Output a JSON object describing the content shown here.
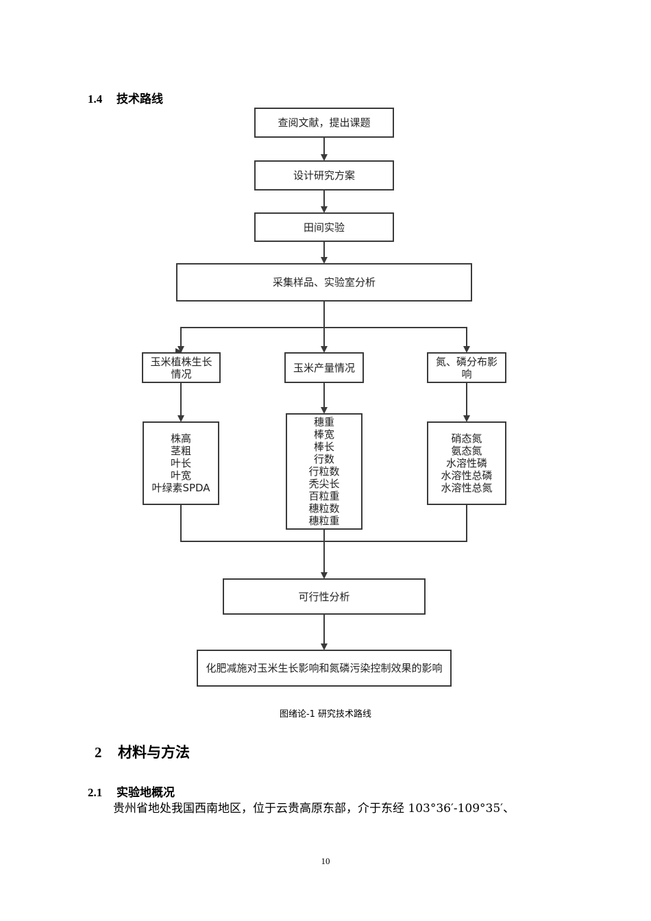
{
  "section_1_4": {
    "number": "1.4",
    "title": "技术路线"
  },
  "flowchart": {
    "step1": "查阅文献，提出课题",
    "step2": "设计研究方案",
    "step3": "田间实验",
    "step4": "采集样品、实验室分析",
    "branch_left": "玉米植株生长情况",
    "branch_middle": "玉米产量情况",
    "branch_right": "氮、磷分布影响",
    "left_items": [
      "株高",
      "茎粗",
      "叶长",
      "叶宽",
      "叶绿素SPDA"
    ],
    "middle_items": [
      "穗重",
      "棒宽",
      "棒长",
      "行数",
      "行粒数",
      "秃尖长",
      "百粒重",
      "穗粒数",
      "穗粒重"
    ],
    "right_items": [
      "硝态氮",
      "氨态氮",
      "水溶性磷",
      "水溶性总磷",
      "水溶性总氮"
    ],
    "step5": "可行性分析",
    "step6": "化肥减施对玉米生长影响和氮磷污染控制效果的影响"
  },
  "caption": "图绪论-1  研究技术路线",
  "section_2": {
    "number": "2",
    "title": "材料与方法"
  },
  "section_2_1": {
    "number": "2.1",
    "title": "实验地概况"
  },
  "paragraph": "贵州省地处我国西南地区，位于云贵高原东部，介于东经 103°36′-109°35′、",
  "page_number": "10",
  "colors": {
    "line": "#3a3a3a",
    "text": "#000000"
  }
}
